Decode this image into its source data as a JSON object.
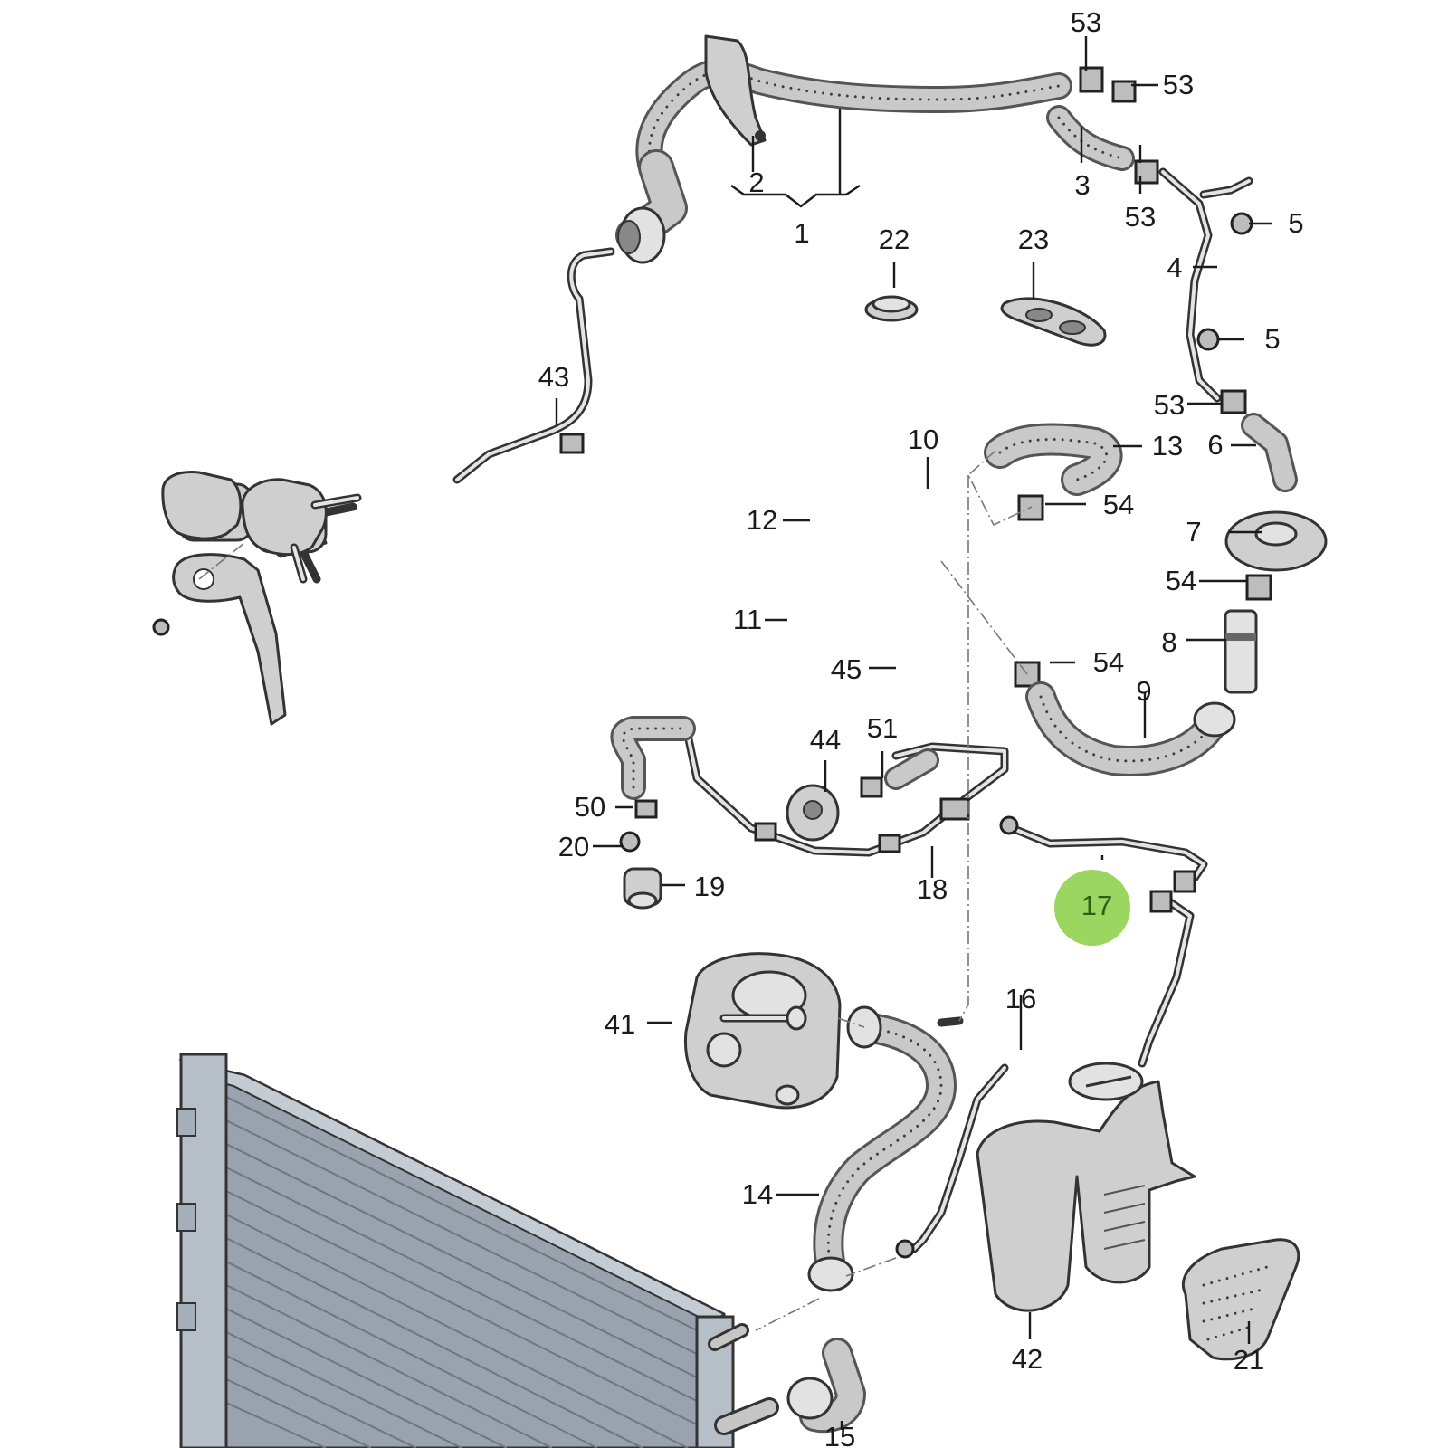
{
  "labels": {
    "p1": "1",
    "p2": "2",
    "p3": "3",
    "p4": "4",
    "p5a": "5",
    "p5b": "5",
    "p6": "6",
    "p7": "7",
    "p8": "8",
    "p9": "9",
    "p10": "10",
    "p11": "11",
    "p12": "12",
    "p13": "13",
    "p14": "14",
    "p15": "15",
    "p16": "16",
    "p17": "17",
    "p18": "18",
    "p19": "19",
    "p20": "20",
    "p21": "21",
    "p22": "22",
    "p23": "23",
    "p41": "41",
    "p42": "42",
    "p43": "43",
    "p44": "44",
    "p45": "45",
    "p50": "50",
    "p51": "51",
    "p53a": "53",
    "p53b": "53",
    "p53c": "53",
    "p53d": "53",
    "p54a": "54",
    "p54b": "54",
    "p54c": "54"
  },
  "highlight": {
    "part": "17",
    "color": "#8fd14f"
  },
  "colors": {
    "line": "#1b1b1b",
    "radiator": "#8e9aa6",
    "part_fill": "#cfcfcf"
  }
}
